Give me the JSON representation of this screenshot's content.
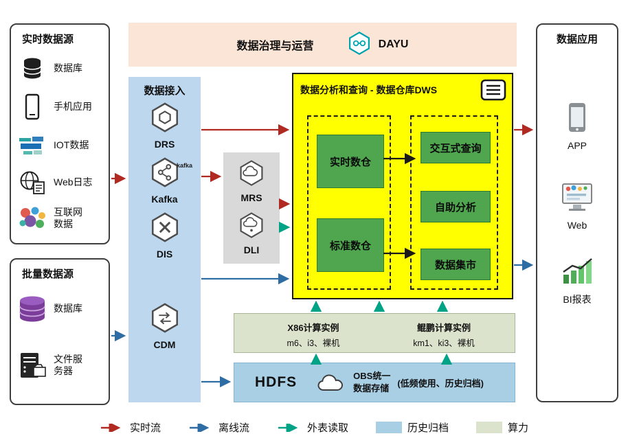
{
  "colors": {
    "red": "#b02a21",
    "blue": "#2e6da4",
    "teal": "#00a385",
    "black": "#1a1a1a",
    "yellow": "#ffff00",
    "green_module": "#4fa64f",
    "banner_peach": "#fbe5d6",
    "access_blue": "#bdd7ee",
    "gray_panel": "#d9d9d9",
    "compute_green": "#dce3cd",
    "storage_blue": "#a9cfe5"
  },
  "banner": {
    "title": "数据治理与运营",
    "product": "DAYU"
  },
  "realtime_sources": {
    "title": "实时数据源",
    "items": [
      {
        "label": "数据库",
        "icon": "database-icon"
      },
      {
        "label": "手机应用",
        "icon": "mobile-phone-icon"
      },
      {
        "label": "IOT数据",
        "icon": "iot-icon"
      },
      {
        "label": "Web日志",
        "icon": "web-log-icon"
      },
      {
        "label": "互联网数据",
        "icon": "internet-data-icon"
      }
    ]
  },
  "batch_sources": {
    "title": "批量数据源",
    "items": [
      {
        "label": "数据库",
        "icon": "batch-database-icon"
      },
      {
        "label": "文件服务器",
        "icon": "file-server-icon"
      }
    ]
  },
  "data_access": {
    "title": "数据接入",
    "kafka_logo_text": "kafka",
    "services": [
      {
        "name": "DRS",
        "icon": "drs-icon"
      },
      {
        "name": "Kafka",
        "icon": "kafka-icon"
      },
      {
        "name": "DIS",
        "icon": "dis-icon"
      },
      {
        "name": "CDM",
        "icon": "cdm-icon"
      }
    ]
  },
  "compute_storage_services": [
    {
      "name": "MRS",
      "icon": "mrs-icon"
    },
    {
      "name": "DLI",
      "icon": "dli-icon"
    }
  ],
  "dws": {
    "title": "数据分析和查询 - 数据仓库DWS",
    "warehouses": [
      {
        "label": "实时数仓"
      },
      {
        "label": "标准数仓"
      }
    ],
    "analytics": [
      {
        "label": "交互式查询"
      },
      {
        "label": "自助分析"
      },
      {
        "label": "数据集市"
      }
    ]
  },
  "compute": {
    "x86_title": "X86计算实例",
    "x86_detail": "m6、i3、裸机",
    "kunpeng_title": "鲲鹏计算实例",
    "kunpeng_detail": "km1、ki3、裸机"
  },
  "storage": {
    "hdfs": "HDFS",
    "obs_line1": "OBS统一",
    "obs_line2": "数据存储",
    "note": "(低频使用、历史归档)"
  },
  "applications": {
    "title": "数据应用",
    "items": [
      {
        "label": "APP",
        "icon": "app-icon"
      },
      {
        "label": "Web",
        "icon": "web-icon"
      },
      {
        "label": "BI报表",
        "icon": "bi-report-icon"
      }
    ]
  },
  "legend": {
    "items": [
      {
        "label": "实时流",
        "type": "arrow",
        "color": "#b02a21"
      },
      {
        "label": "离线流",
        "type": "arrow",
        "color": "#2e6da4"
      },
      {
        "label": "外表读取",
        "type": "arrow",
        "color": "#00a385"
      },
      {
        "label": "历史归档",
        "type": "swatch",
        "color": "#a9cfe5"
      },
      {
        "label": "算力",
        "type": "swatch",
        "color": "#dce3cd"
      }
    ]
  }
}
